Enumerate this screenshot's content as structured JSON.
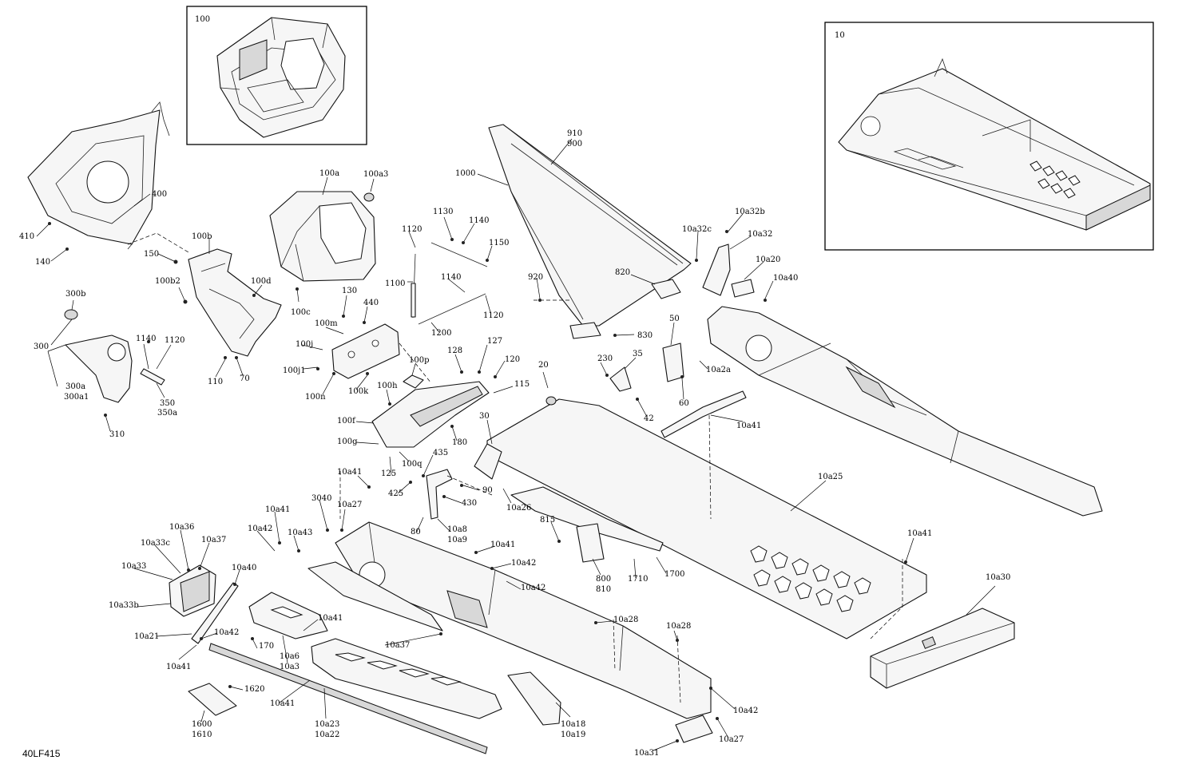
{
  "diagram": {
    "doc_code": "40LF415",
    "insets": [
      {
        "id": "frame",
        "label": "100"
      },
      {
        "id": "tunnel",
        "label": "10"
      }
    ],
    "callouts": [
      {
        "id": "c1",
        "text": "400"
      },
      {
        "id": "c2",
        "text": "410"
      },
      {
        "id": "c3",
        "text": "140"
      },
      {
        "id": "c4",
        "text": "150"
      },
      {
        "id": "c5",
        "text": "100b"
      },
      {
        "id": "c6",
        "text": "100b2"
      },
      {
        "id": "c7",
        "text": "100d"
      },
      {
        "id": "c8",
        "text": "100c"
      },
      {
        "id": "c9",
        "text": "100a"
      },
      {
        "id": "c10",
        "text": "100a3"
      },
      {
        "id": "c11",
        "text": "300b"
      },
      {
        "id": "c12",
        "text": "300"
      },
      {
        "id": "c13",
        "text": "300a"
      },
      {
        "id": "c14",
        "text": "300a1"
      },
      {
        "id": "c15",
        "text": "1140"
      },
      {
        "id": "c16",
        "text": "1120"
      },
      {
        "id": "c17",
        "text": "350"
      },
      {
        "id": "c18",
        "text": "350a"
      },
      {
        "id": "c19",
        "text": "310"
      },
      {
        "id": "c20",
        "text": "110"
      },
      {
        "id": "c21",
        "text": "70"
      },
      {
        "id": "c22",
        "text": "130"
      },
      {
        "id": "c23",
        "text": "440"
      },
      {
        "id": "c24",
        "text": "100m"
      },
      {
        "id": "c25",
        "text": "100j"
      },
      {
        "id": "c26",
        "text": "100j1"
      },
      {
        "id": "c27",
        "text": "100n"
      },
      {
        "id": "c28",
        "text": "100k"
      },
      {
        "id": "c29",
        "text": "1000"
      },
      {
        "id": "c30",
        "text": "1130"
      },
      {
        "id": "c31",
        "text": "1140"
      },
      {
        "id": "c32",
        "text": "1120"
      },
      {
        "id": "c33",
        "text": "1150"
      },
      {
        "id": "c34",
        "text": "1100"
      },
      {
        "id": "c35",
        "text": "1140"
      },
      {
        "id": "c36",
        "text": "1120"
      },
      {
        "id": "c37",
        "text": "1200"
      },
      {
        "id": "c38",
        "text": "910"
      },
      {
        "id": "c39",
        "text": "900"
      },
      {
        "id": "c40",
        "text": "920"
      },
      {
        "id": "c41",
        "text": "820"
      },
      {
        "id": "c42",
        "text": "830"
      },
      {
        "id": "c43",
        "text": "10a32c"
      },
      {
        "id": "c44",
        "text": "10a32b"
      },
      {
        "id": "c45",
        "text": "10a32"
      },
      {
        "id": "c46",
        "text": "10a20"
      },
      {
        "id": "c47",
        "text": "10a40"
      },
      {
        "id": "c48",
        "text": "50"
      },
      {
        "id": "c49",
        "text": "35"
      },
      {
        "id": "c50",
        "text": "230"
      },
      {
        "id": "c51",
        "text": "10a2a"
      },
      {
        "id": "c52",
        "text": "60"
      },
      {
        "id": "c53",
        "text": "42"
      },
      {
        "id": "c54",
        "text": "10a41"
      },
      {
        "id": "c55",
        "text": "100p"
      },
      {
        "id": "c56",
        "text": "128"
      },
      {
        "id": "c57",
        "text": "127"
      },
      {
        "id": "c58",
        "text": "120"
      },
      {
        "id": "c59",
        "text": "115"
      },
      {
        "id": "c60",
        "text": "100h"
      },
      {
        "id": "c61",
        "text": "100f"
      },
      {
        "id": "c62",
        "text": "100g"
      },
      {
        "id": "c63",
        "text": "100q"
      },
      {
        "id": "c64",
        "text": "125"
      },
      {
        "id": "c65",
        "text": "180"
      },
      {
        "id": "c66",
        "text": "20"
      },
      {
        "id": "c67",
        "text": "30"
      },
      {
        "id": "c68",
        "text": "435"
      },
      {
        "id": "c69",
        "text": "425"
      },
      {
        "id": "c70",
        "text": "90"
      },
      {
        "id": "c71",
        "text": "430"
      },
      {
        "id": "c72",
        "text": "10a26"
      },
      {
        "id": "c73",
        "text": "80"
      },
      {
        "id": "c74",
        "text": "10a8"
      },
      {
        "id": "c75",
        "text": "10a9"
      },
      {
        "id": "c76",
        "text": "10a25"
      },
      {
        "id": "c77",
        "text": "10a41"
      },
      {
        "id": "c78",
        "text": "3040"
      },
      {
        "id": "c79",
        "text": "10a27"
      },
      {
        "id": "c80",
        "text": "10a41"
      },
      {
        "id": "c81",
        "text": "10a42"
      },
      {
        "id": "c82",
        "text": "10a43"
      },
      {
        "id": "c83",
        "text": "10a36"
      },
      {
        "id": "c84",
        "text": "10a33c"
      },
      {
        "id": "c85",
        "text": "10a37"
      },
      {
        "id": "c86",
        "text": "10a33"
      },
      {
        "id": "c87",
        "text": "10a40"
      },
      {
        "id": "c88",
        "text": "10a33b"
      },
      {
        "id": "c89",
        "text": "10a21"
      },
      {
        "id": "c90",
        "text": "10a42"
      },
      {
        "id": "c91",
        "text": "10a41"
      },
      {
        "id": "c92",
        "text": "170"
      },
      {
        "id": "c93",
        "text": "10a6"
      },
      {
        "id": "c94",
        "text": "10a3"
      },
      {
        "id": "c95",
        "text": "10a41"
      },
      {
        "id": "c96",
        "text": "10a41"
      },
      {
        "id": "c97",
        "text": "10a42"
      },
      {
        "id": "c98",
        "text": "10a42"
      },
      {
        "id": "c99",
        "text": "10a37"
      },
      {
        "id": "c100",
        "text": "815"
      },
      {
        "id": "c101",
        "text": "800"
      },
      {
        "id": "c102",
        "text": "810"
      },
      {
        "id": "c103",
        "text": "1710"
      },
      {
        "id": "c104",
        "text": "1700"
      },
      {
        "id": "c105",
        "text": "10a41"
      },
      {
        "id": "c106",
        "text": "10a30"
      },
      {
        "id": "c107",
        "text": "10a28"
      },
      {
        "id": "c108",
        "text": "10a28"
      },
      {
        "id": "c109",
        "text": "1620"
      },
      {
        "id": "c110",
        "text": "1600"
      },
      {
        "id": "c111",
        "text": "1610"
      },
      {
        "id": "c112",
        "text": "10a41"
      },
      {
        "id": "c113",
        "text": "10a23"
      },
      {
        "id": "c114",
        "text": "10a22"
      },
      {
        "id": "c115",
        "text": "10a18"
      },
      {
        "id": "c116",
        "text": "10a19"
      },
      {
        "id": "c117",
        "text": "10a42"
      },
      {
        "id": "c118",
        "text": "10a27"
      },
      {
        "id": "c119",
        "text": "10a31"
      }
    ]
  }
}
